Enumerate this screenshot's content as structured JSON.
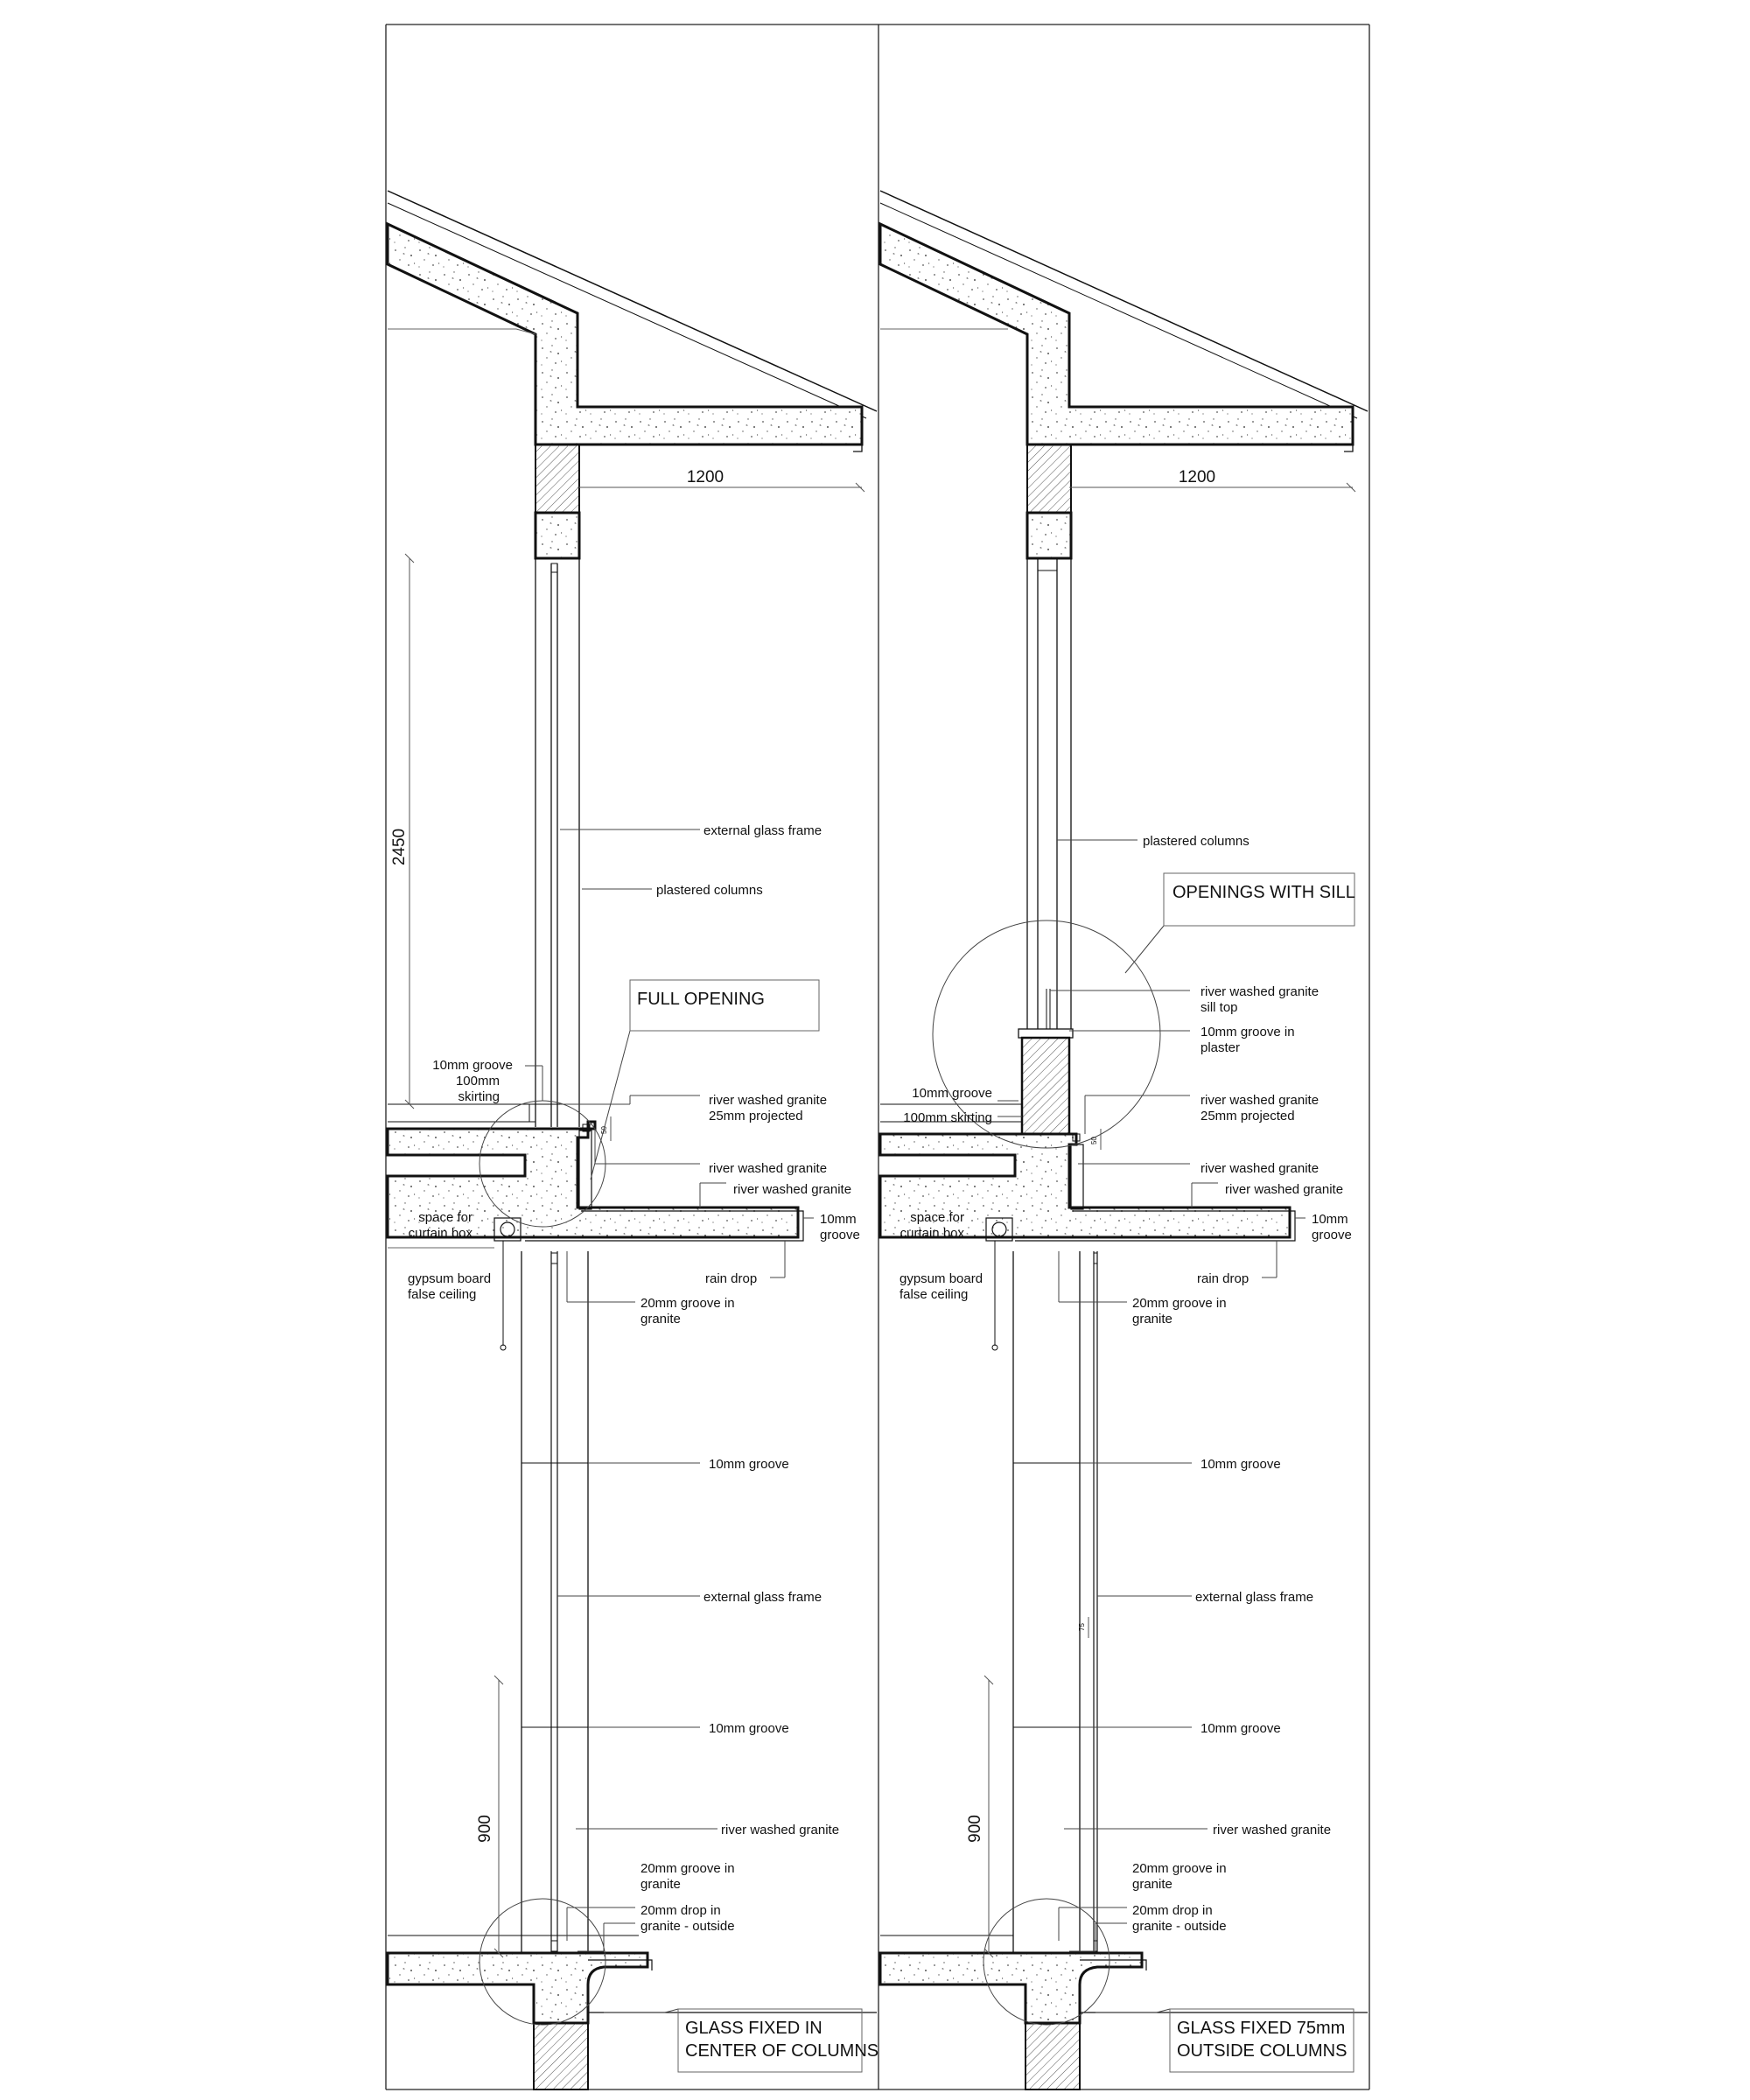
{
  "panels": [
    {
      "id": "left",
      "title_box": "FULL OPENING",
      "bottom_box": [
        "GLASS FIXED IN",
        "CENTER OF COLUMNS"
      ],
      "dim_overhang": "1200",
      "dim_height": "2450",
      "dim_sill": "900",
      "dim_small": "50",
      "labels": {
        "external_glass_frame_top": "external glass frame",
        "plastered_columns": "plastered columns",
        "groove_10mm": "10mm groove",
        "skirting_100mm": [
          "100mm",
          "skirting"
        ],
        "rw_granite_projected": [
          "river washed granite",
          "25mm projected"
        ],
        "rw_granite_a": "river washed granite",
        "rw_granite_b": "river washed granite",
        "groove_10mm_right": [
          "10mm",
          "groove"
        ],
        "curtain_box": [
          "space for",
          "curtain box"
        ],
        "gypsum": [
          "gypsum board",
          "false ceiling"
        ],
        "rain_drop": "rain drop",
        "groove_20mm": [
          "20mm groove in",
          "granite"
        ],
        "groove_10mm_mid_a": "10mm groove",
        "external_glass_frame_mid": "external glass frame",
        "groove_10mm_mid_b": "10mm groove",
        "rw_granite_low": "river washed granite",
        "groove_20mm_low": [
          "20mm groove in",
          "granite"
        ],
        "drop_20mm": [
          "20mm drop in",
          "granite - outside"
        ]
      }
    },
    {
      "id": "right",
      "title_box": "OPENINGS WITH SILL",
      "bottom_box": [
        "GLASS FIXED 75mm",
        "OUTSIDE COLUMNS"
      ],
      "dim_overhang": "1200",
      "dim_sill": "900",
      "dim_small": "50",
      "dim_75": "75",
      "labels": {
        "plastered_columns": "plastered columns",
        "sill_top": [
          "river washed granite",
          "sill top"
        ],
        "groove_plaster": [
          "10mm groove in",
          "plaster"
        ],
        "groove_10mm": "10mm groove",
        "skirting_100mm": "100mm skirting",
        "rw_granite_projected": [
          "river washed granite",
          "25mm projected"
        ],
        "rw_granite_a": "river washed granite",
        "rw_granite_b": "river washed granite",
        "groove_10mm_right": [
          "10mm",
          "groove"
        ],
        "curtain_box": [
          "space for",
          "curtain box"
        ],
        "gypsum": [
          "gypsum board",
          "false ceiling"
        ],
        "rain_drop": "rain drop",
        "groove_20mm": [
          "20mm groove in",
          "granite"
        ],
        "groove_10mm_mid_a": "10mm groove",
        "external_glass_frame_mid": "external glass frame",
        "groove_10mm_mid_b": "10mm groove",
        "rw_granite_low": "river washed granite",
        "groove_20mm_low": [
          "20mm groove in",
          "granite"
        ],
        "drop_20mm": [
          "20mm drop in",
          "granite - outside"
        ]
      }
    }
  ]
}
